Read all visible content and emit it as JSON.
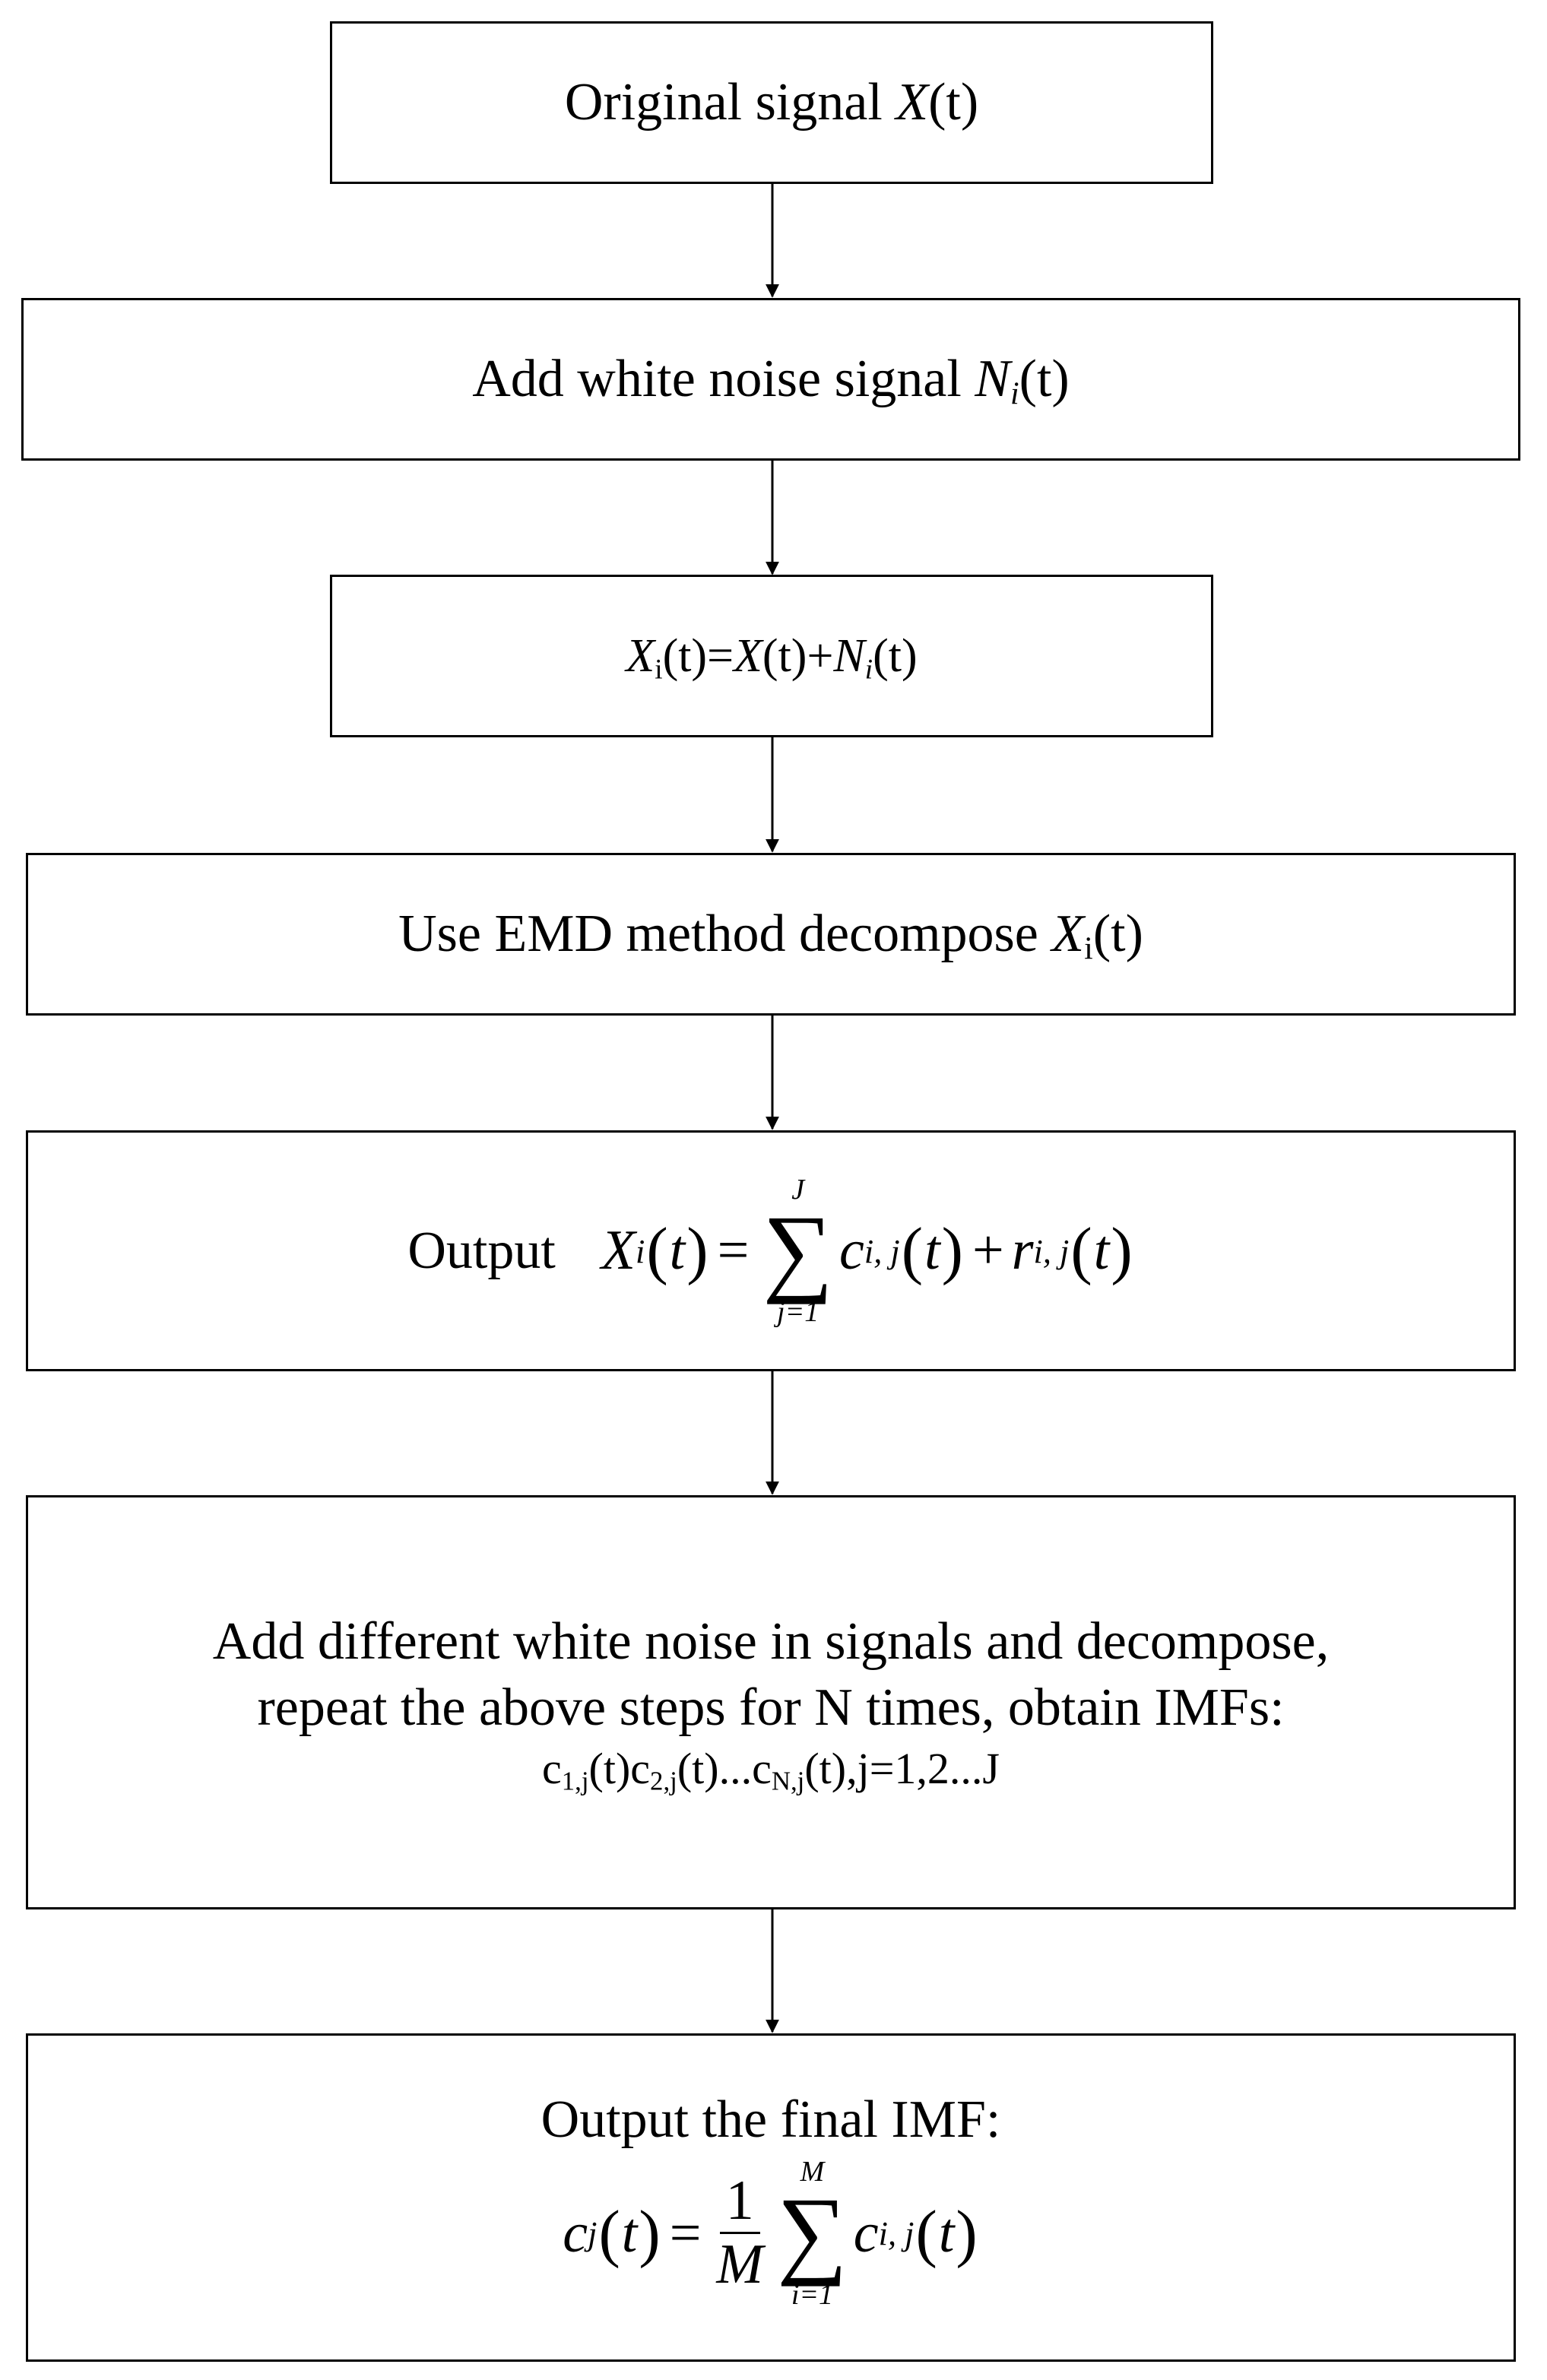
{
  "steps": {
    "original": {
      "text": "Original signal ",
      "var": "X",
      "arg": "(t)"
    },
    "add_noise": {
      "text": "Add white noise signal ",
      "var": "N",
      "sub": "i",
      "arg": "(t)"
    },
    "sum_signal": {
      "formula": "Xi(t)=X(t)+Ni(t)"
    },
    "decompose": {
      "text": "Use EMD method decompose ",
      "var": "X",
      "sub": "i",
      "arg": "(t)"
    },
    "output": {
      "label": "Output",
      "formula": "Xi(t) = Σ_{j=1}^{J} c_{i,j}(t) + r_{i,j}(t)",
      "sum_upper": "J",
      "sum_lower": "j=1"
    },
    "repeat": {
      "line1": "Add different white noise in signals and decompose,",
      "line2": "repeat the above steps for N times, obtain IMFs:",
      "line3": "c1,j(t)c2,j(t)...cN,j(t),j=1,2...J"
    },
    "final": {
      "label": "Output the final IMF:",
      "formula": "cj(t) = 1/M Σ_{i=1}^{M} c_{i,j}(t)",
      "sum_upper": "M",
      "sum_lower": "i=1",
      "frac_num": "1",
      "frac_den": "M"
    }
  }
}
